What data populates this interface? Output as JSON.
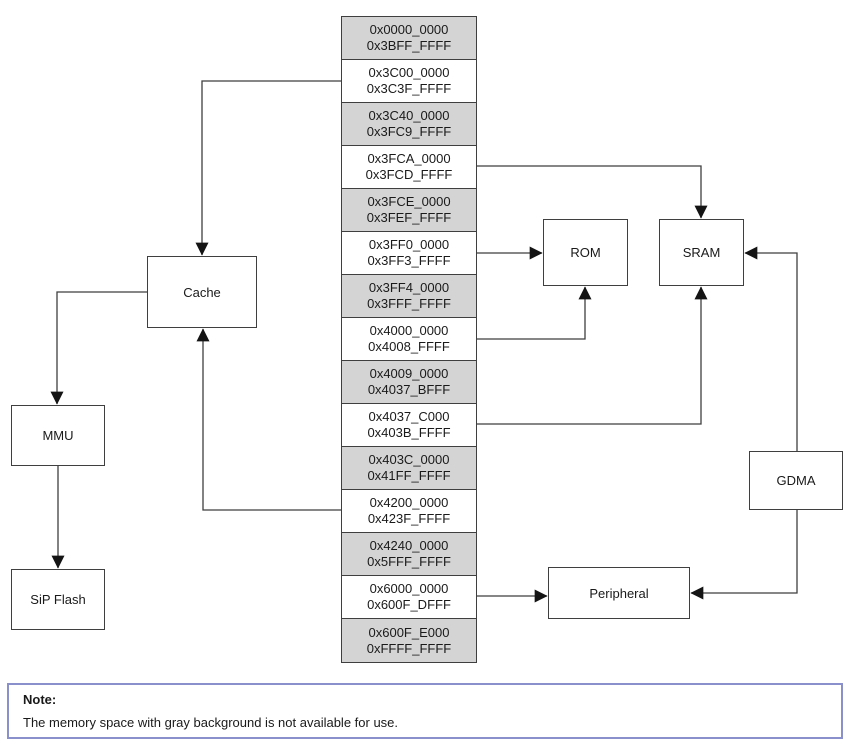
{
  "colors": {
    "line": "#3f3f3f",
    "arrow": "#141414",
    "unavailable_bg": "#d4d4d4",
    "available_bg": "#ffffff",
    "note_border": "#8a90cc"
  },
  "memory_map": {
    "segments": [
      {
        "start": "0x0000_0000",
        "end": "0x3BFF_FFFF",
        "available": false
      },
      {
        "start": "0x3C00_0000",
        "end": "0x3C3F_FFFF",
        "available": true
      },
      {
        "start": "0x3C40_0000",
        "end": "0x3FC9_FFFF",
        "available": false
      },
      {
        "start": "0x3FCA_0000",
        "end": "0x3FCD_FFFF",
        "available": true
      },
      {
        "start": "0x3FCE_0000",
        "end": "0x3FEF_FFFF",
        "available": false
      },
      {
        "start": "0x3FF0_0000",
        "end": "0x3FF3_FFFF",
        "available": true
      },
      {
        "start": "0x3FF4_0000",
        "end": "0x3FFF_FFFF",
        "available": false
      },
      {
        "start": "0x4000_0000",
        "end": "0x4008_FFFF",
        "available": true
      },
      {
        "start": "0x4009_0000",
        "end": "0x4037_BFFF",
        "available": false
      },
      {
        "start": "0x4037_C000",
        "end": "0x403B_FFFF",
        "available": true
      },
      {
        "start": "0x403C_0000",
        "end": "0x41FF_FFFF",
        "available": false
      },
      {
        "start": "0x4200_0000",
        "end": "0x423F_FFFF",
        "available": true
      },
      {
        "start": "0x4240_0000",
        "end": "0x5FFF_FFFF",
        "available": false
      },
      {
        "start": "0x6000_0000",
        "end": "0x600F_DFFF",
        "available": true
      },
      {
        "start": "0x600F_E000",
        "end": "0xFFFF_FFFF",
        "available": false
      }
    ]
  },
  "components": {
    "cache": {
      "label": "Cache"
    },
    "mmu": {
      "label": "MMU"
    },
    "sip_flash": {
      "label": "SiP Flash"
    },
    "rom": {
      "label": "ROM"
    },
    "sram": {
      "label": "SRAM"
    },
    "gdma": {
      "label": "GDMA"
    },
    "peripheral": {
      "label": "Peripheral"
    }
  },
  "note": {
    "title": "Note:",
    "text": "The memory space with gray background is not available for use."
  }
}
